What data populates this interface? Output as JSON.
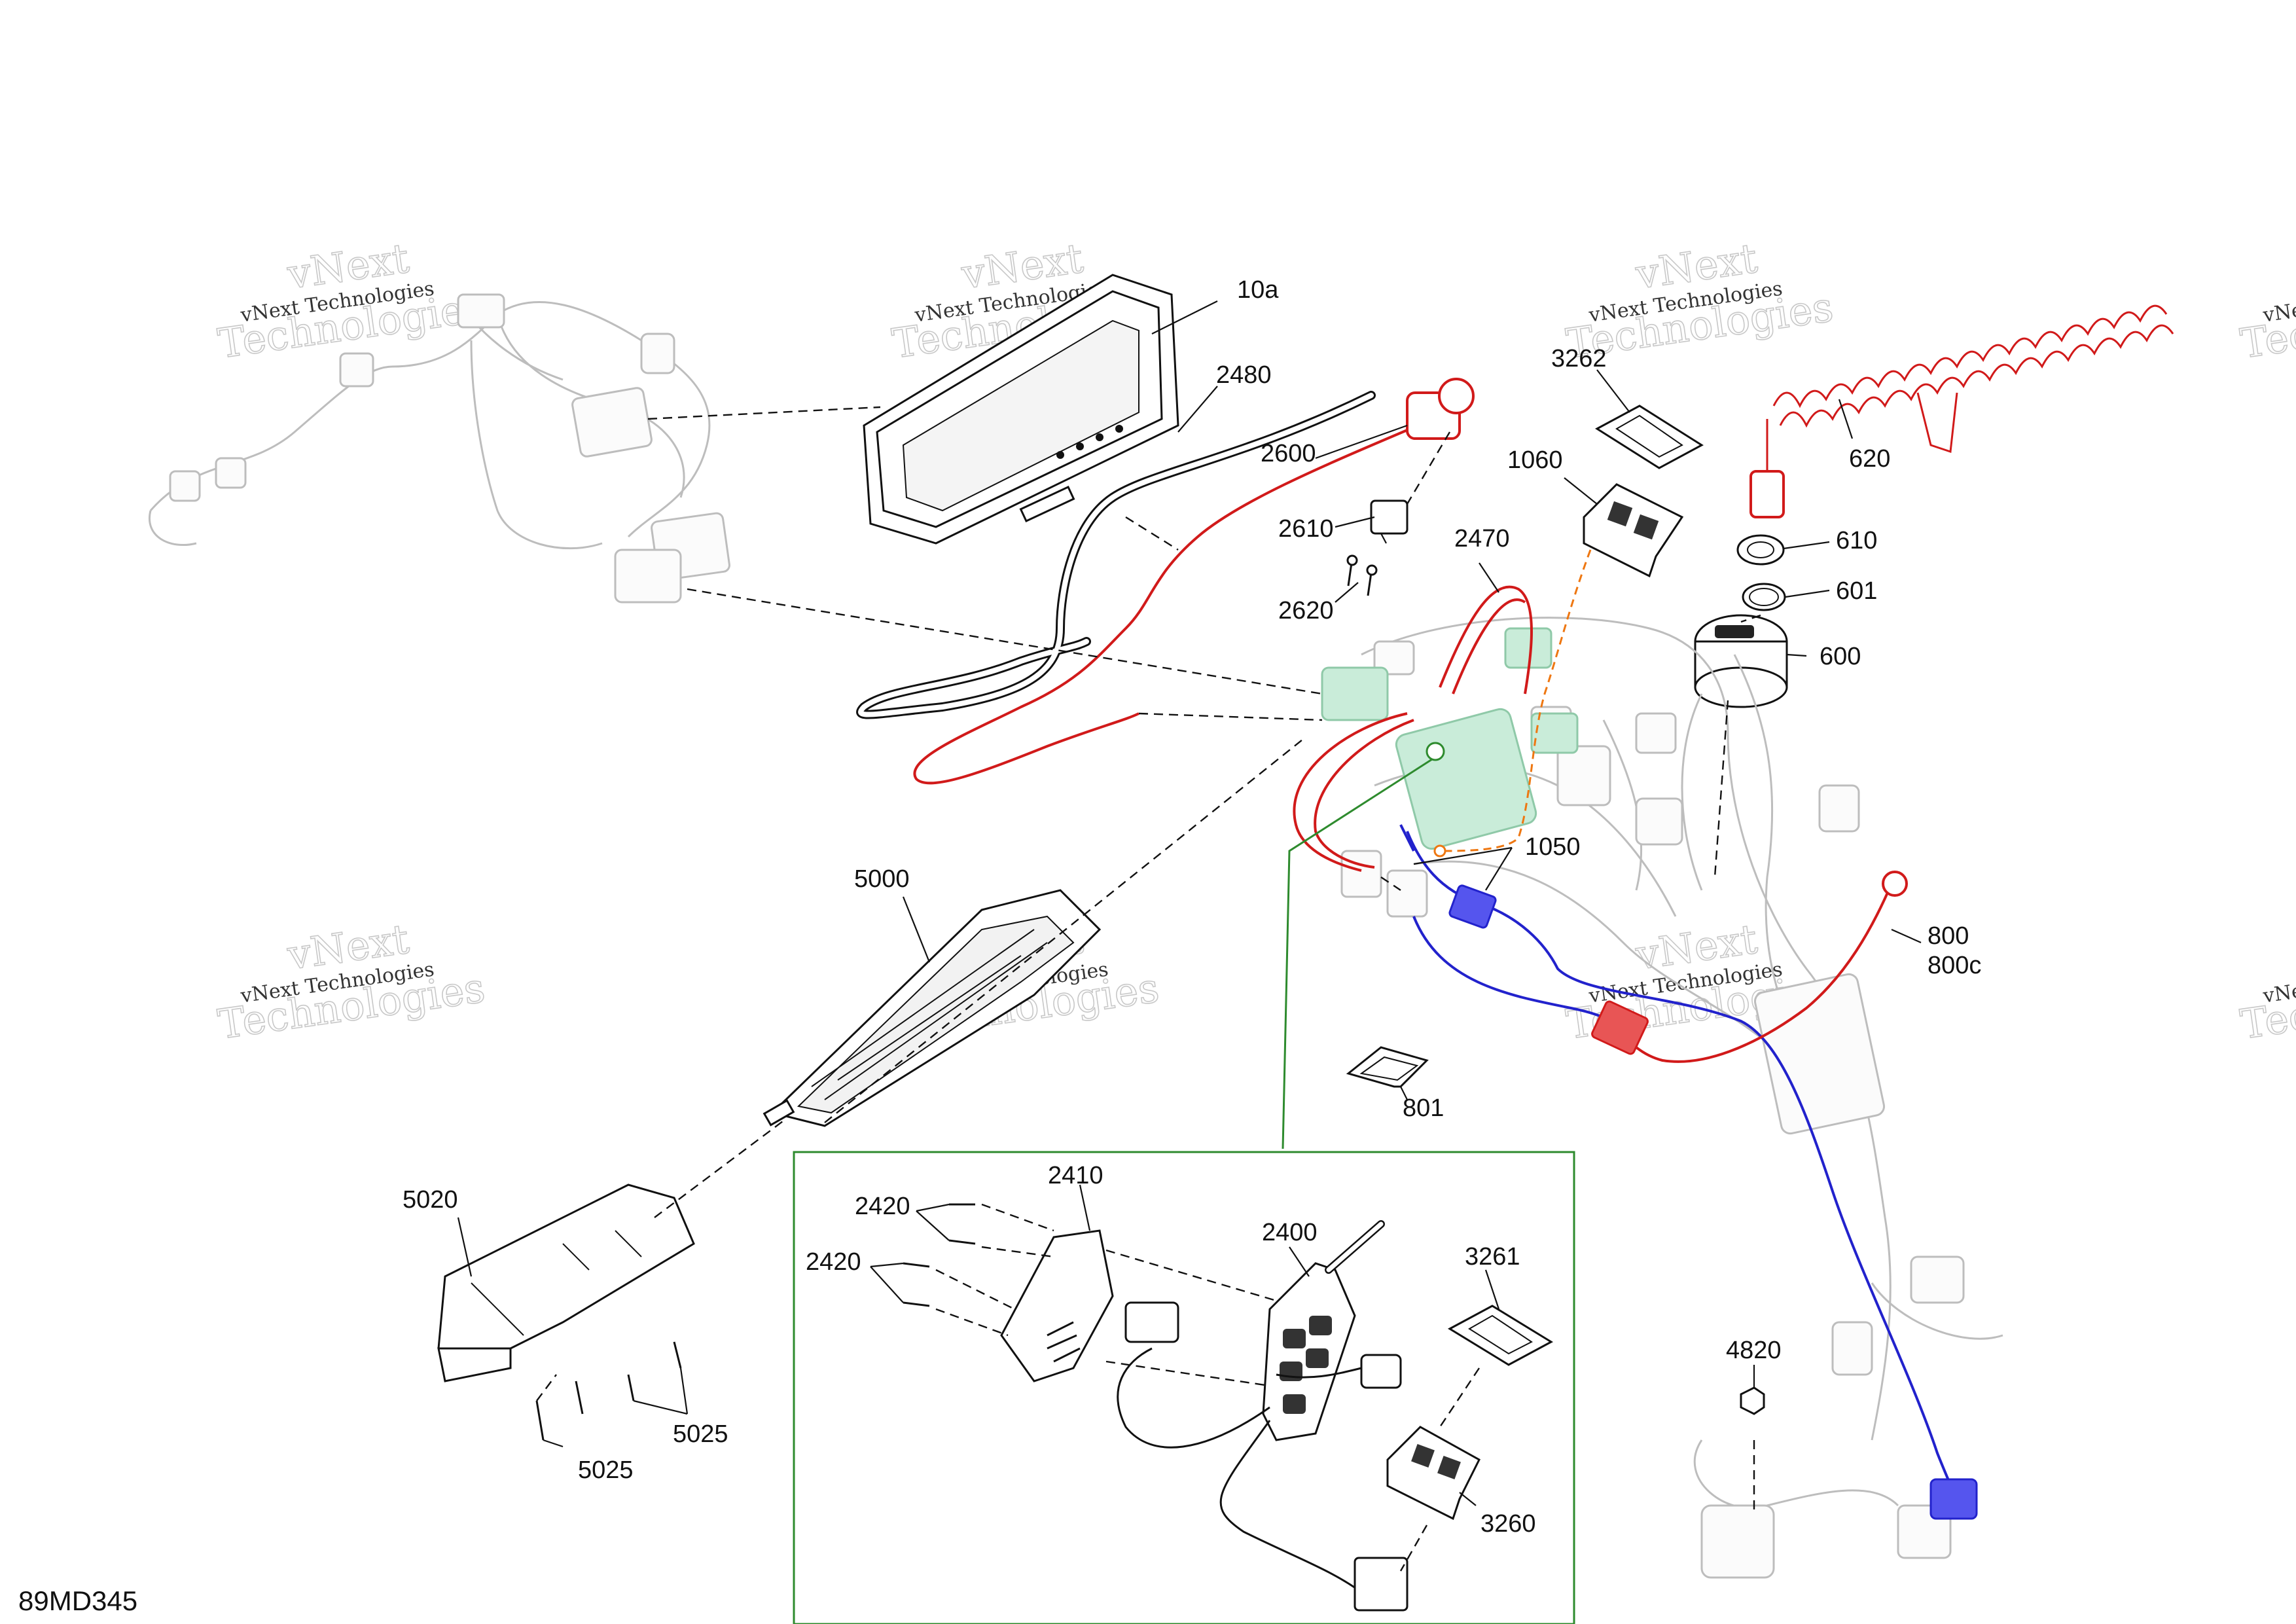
{
  "diagram_id": "89MD345",
  "watermark": {
    "line1": "vNext Technologies",
    "line2": "vNext",
    "line3": "Technologies"
  },
  "callouts": {
    "p10a": "10a",
    "p2480": "2480",
    "p2600": "2600",
    "p2610": "2610",
    "p2620": "2620",
    "p3262": "3262",
    "p1060": "1060",
    "p2470": "2470",
    "p620": "620",
    "p610": "610",
    "p601": "601",
    "p600": "600",
    "p1050": "1050",
    "p5000": "5000",
    "p800": "800",
    "p800c": "800c",
    "p801": "801",
    "p5020": "5020",
    "p5025a": "5025",
    "p5025b": "5025",
    "p2410": "2410",
    "p2420a": "2420",
    "p2420b": "2420",
    "p2400": "2400",
    "p3261": "3261",
    "p3260": "3260",
    "p4820": "4820"
  },
  "colors": {
    "highlight_red": "#d11a1a",
    "highlight_blue": "#2222cc",
    "highlight_green": "#a8dcc0",
    "highlight_orange": "#ee7711",
    "detail_box_border": "#2e8b2e",
    "ghost_gray": "#bdbdbd"
  },
  "icons": [
    "wiring-harness-icon",
    "display-cluster-icon",
    "switch-panel-icon",
    "tether-cord-icon",
    "bracket-icon",
    "screw-icon"
  ]
}
